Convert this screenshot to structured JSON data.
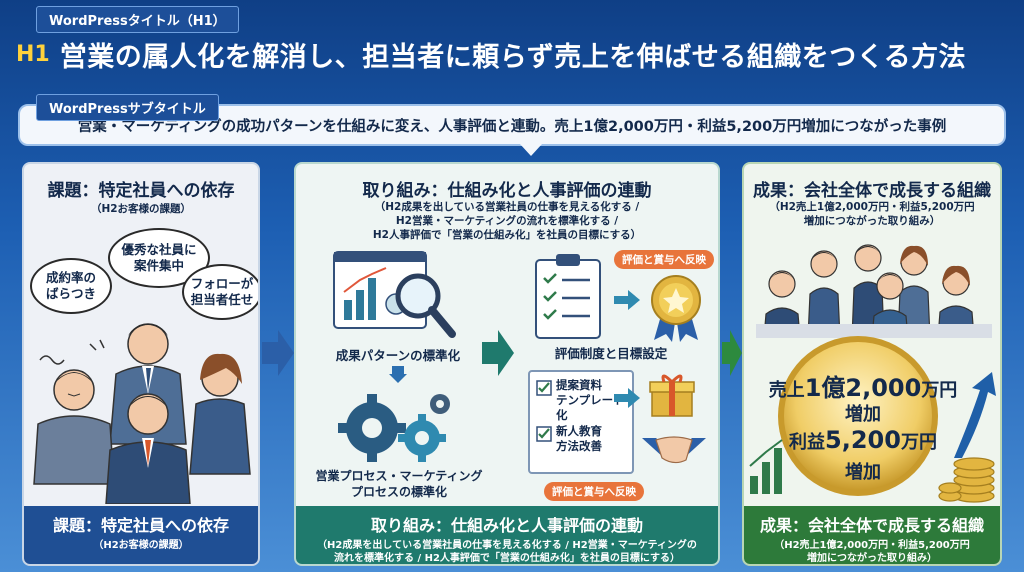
{
  "header": {
    "h1_tag": "WordPressタイトル（H1）",
    "h1_badge": "H1",
    "h1_title": "営業の属人化を解消し、担当者に頼らず売上を伸ばせる組織をつくる方法",
    "sub_tag": "WordPressサブタイトル",
    "sub_text": "営業・マーケティングの成功パターンを仕組みに変え、人事評価と連動。売上1億2,000万円・利益5,200万円増加につながった事例"
  },
  "left": {
    "title": "課題：特定社員への依存",
    "sub": "（H2お客様の課題）",
    "bubbles": [
      "成約率の\nばらつき",
      "優秀な社員に\n案件集中",
      "フォローが\n担当者任せ"
    ],
    "footer_title": "課題：特定社員への依存",
    "footer_sub": "（H2お客様の課題）"
  },
  "middle": {
    "title": "取り組み：仕組み化と人事評価の連動",
    "sub_lines": [
      "（H2成果を出している営業社員の仕事を見える化する /",
      "H2営業・マーケティングの流れを標準化する /",
      "H2人事評価で「営業の仕組み化」を社員の目標にする）"
    ],
    "label_pattern": "成果パターンの標準化",
    "label_process": "営業プロセス・マーケティング\nプロセスの標準化",
    "label_eval": "評価制度と目標設定",
    "pill_top": "評価と賞与へ反映",
    "pill_bottom": "評価と賞与へ反映",
    "checks": [
      "提案資料\nテンプレート化",
      "新人教育\n方法改善"
    ],
    "footer_title": "取り組み：仕組み化と人事評価の連動",
    "footer_sub_lines": [
      "（H2成果を出している営業社員の仕事を見える化する / H2営業・マーケティングの",
      "流れを標準化する / H2人事評価で「営業の仕組み化」を社員の目標にする）"
    ]
  },
  "right": {
    "title": "成果：会社全体で成長する組織",
    "sub_lines": [
      "（H2売上1億2,000万円・利益5,200万円",
      "増加につながった取り組み）"
    ],
    "result_line1_pre": "売上",
    "result_line1_num": "1億2,000",
    "result_line1_post": "万円",
    "result_line2": "増加",
    "result_line3_pre": "利益",
    "result_line3_num": "5,200",
    "result_line3_post": "万円",
    "result_line4": "増加",
    "footer_title": "成果：会社全体で成長する組織",
    "footer_sub_lines": [
      "（H2売上1億2,000万円・利益5,200万円",
      "増加につながった取り組み）"
    ]
  },
  "colors": {
    "navy": "#1f4f94",
    "teal": "#1f7a6d",
    "green": "#2d7a3a",
    "gold": "#d9b44a",
    "orange": "#e8743b"
  },
  "icons": [
    "report-magnifier-icon",
    "gears-icon",
    "checklist-icon",
    "medal-icon",
    "gift-icon",
    "handshake-icon",
    "bar-chart-icon",
    "coins-icon",
    "up-arrow-icon",
    "people-illustration"
  ]
}
